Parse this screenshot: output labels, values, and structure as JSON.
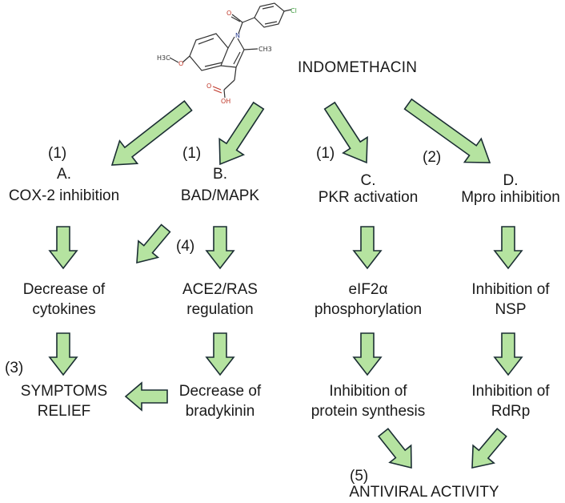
{
  "title": "INDOMETHACIN",
  "colors": {
    "arrow_fill": "#b5e3a0",
    "arrow_stroke": "#1b2e33",
    "text": "#1a1a1a",
    "oxygen": "#c0392b",
    "nitrogen": "#2c3e8f",
    "chlorine": "#3a9a3a"
  },
  "molecule": {
    "name": "indomethacin-structure",
    "atoms": {
      "cl": "Cl",
      "n": "N",
      "o_carbonyl": "O",
      "o_methoxy": "O",
      "methoxy": "H3C",
      "methyl": "CH3",
      "acid_o": "O",
      "acid_oh": "OH"
    }
  },
  "branches": [
    {
      "ref": "(1)",
      "letter": "A.",
      "mechanism": "COX-2 inhibition"
    },
    {
      "ref": "(1)",
      "letter": "B.",
      "mechanism": "BAD/MAPK"
    },
    {
      "ref": "(1)",
      "letter": "C.",
      "mechanism": "PKR activation"
    },
    {
      "ref": "(2)",
      "letter": "D.",
      "mechanism": "Mpro inhibition"
    }
  ],
  "level2": [
    {
      "line1": "Decrease of",
      "line2": "cytokines"
    },
    {
      "line1": "ACE2/RAS",
      "line2": "regulation"
    },
    {
      "line1": "eIF2α",
      "line2": "phosphorylation"
    },
    {
      "line1": "Inhibition of",
      "line2": "NSP"
    }
  ],
  "level3": [
    {
      "line1": "SYMPTOMS",
      "line2": "RELIEF",
      "ref": "(3)"
    },
    {
      "line1": "Decrease of",
      "line2": "bradykinin"
    },
    {
      "line1": "Inhibition of",
      "line2": "protein synthesis"
    },
    {
      "line1": "Inhibition of",
      "line2": "RdRp"
    }
  ],
  "cross_ref": "(4)",
  "outcome": {
    "ref": "(5)",
    "label": "ANTIVIRAL ACTIVITY"
  }
}
